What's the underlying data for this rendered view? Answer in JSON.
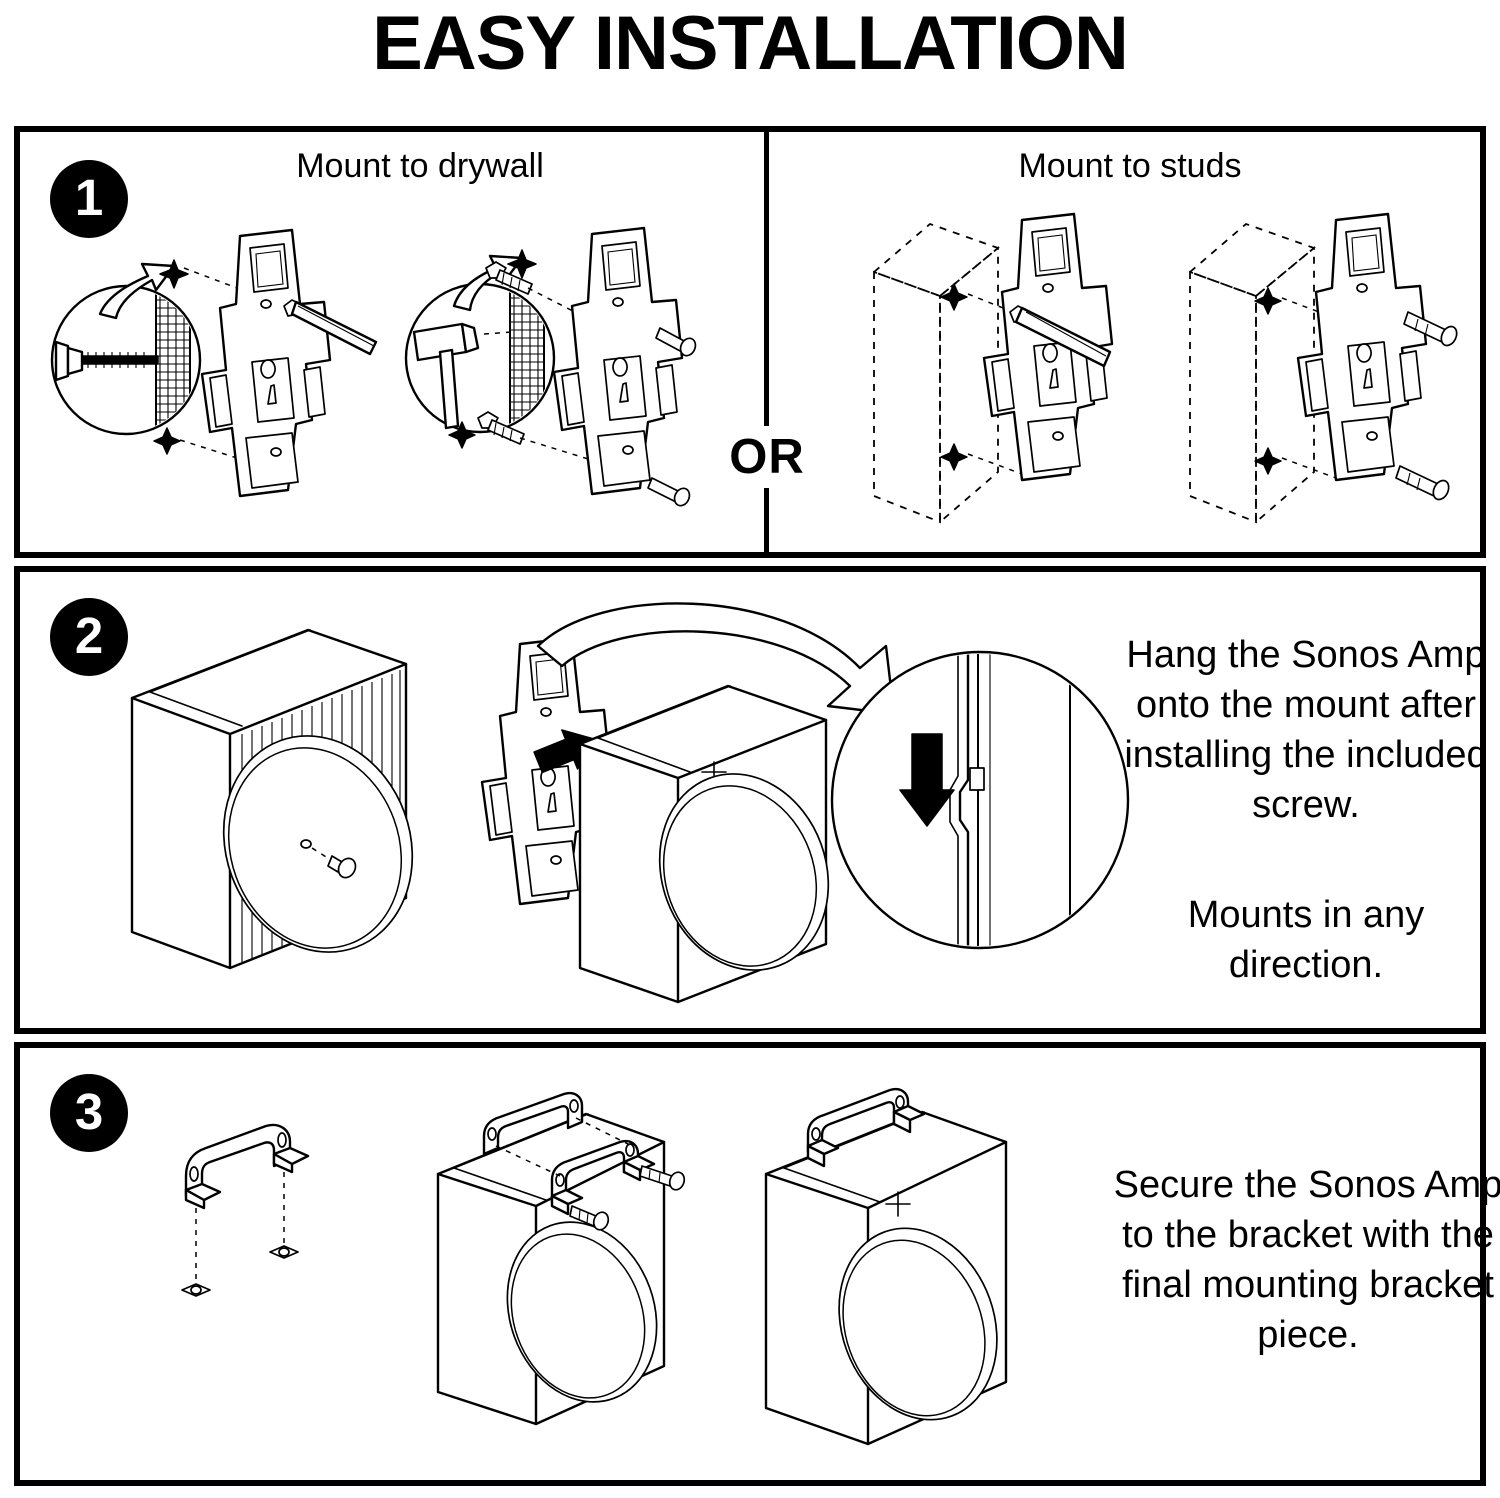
{
  "title": "EASY INSTALLATION",
  "steps": [
    {
      "number": "1",
      "badge_name": "step-1-badge",
      "columns": [
        {
          "heading": "Mount to drywall"
        },
        {
          "heading": "Mount to studs"
        }
      ],
      "separator_label": "OR"
    },
    {
      "number": "2",
      "badge_name": "step-2-badge",
      "instructions": [
        "Hang the Sonos Amp onto the mount after installing the included screw.",
        "Mounts in any direction."
      ]
    },
    {
      "number": "3",
      "badge_name": "step-3-badge",
      "instructions": [
        "Secure the Sonos Amp to the bracket with the final mounting bracket piece."
      ]
    }
  ],
  "colors": {
    "ink": "#000000",
    "paper": "#ffffff"
  },
  "figures": {
    "step1": [
      "drywall-anchor-detail-figure",
      "drywall-screw-mount-figure",
      "stud-anchor-detail-figure",
      "stud-screw-mount-figure"
    ],
    "step2": [
      "amp-rear-with-screw-figure",
      "mount-plate-and-amp-figure",
      "hook-engagement-detail-figure"
    ],
    "step3": [
      "bracket-strap-figure",
      "amp-with-plate-and-screws-figure",
      "amp-secured-figure"
    ]
  }
}
